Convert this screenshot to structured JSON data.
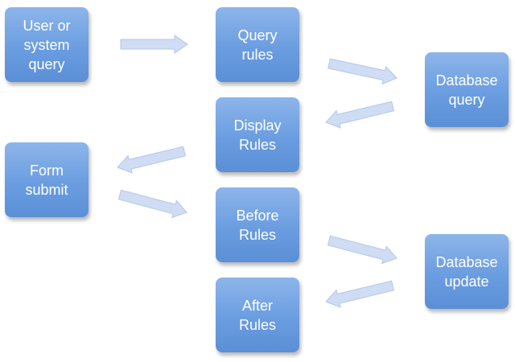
{
  "nodes": {
    "user_query": "User or\nsystem\nquery",
    "form_submit": "Form\nsubmit",
    "query_rules": "Query\nrules",
    "display_rules": "Display\nRules",
    "before_rules": "Before\nRules",
    "after_rules": "After\nRules",
    "db_query": "Database\nquery",
    "db_update": "Database\nupdate"
  },
  "colors": {
    "box_top": "#8db5ea",
    "box_bottom": "#5b8fd6",
    "box_text": "#ffffff",
    "arrow_fill": "#cfdcf3",
    "arrow_stroke": "#b3c8ea"
  },
  "connections": [
    {
      "from": "user_query",
      "to": "query_rules"
    },
    {
      "from": "query_rules",
      "to": "db_query"
    },
    {
      "from": "db_query",
      "to": "display_rules"
    },
    {
      "from": "display_rules",
      "to": "form_submit"
    },
    {
      "from": "form_submit",
      "to": "before_rules"
    },
    {
      "from": "before_rules",
      "to": "db_update"
    },
    {
      "from": "db_update",
      "to": "after_rules"
    }
  ]
}
